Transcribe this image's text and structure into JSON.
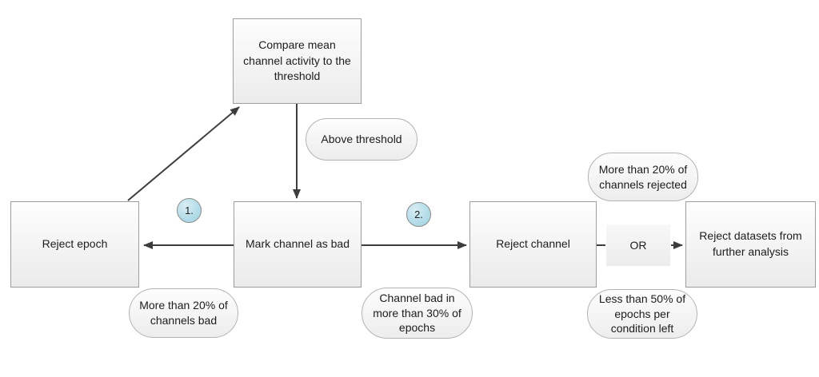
{
  "diagram": {
    "nodes": {
      "compare": "Compare mean channel activity to the threshold",
      "reject_epoch": "Reject epoch",
      "mark_channel": "Mark channel as bad",
      "reject_channel": "Reject channel",
      "or": "OR",
      "reject_datasets": "Reject datasets from further analysis"
    },
    "callouts": {
      "above_threshold": "Above threshold",
      "more_than_20_channels_bad": "More than 20% of channels bad",
      "channel_bad_in_more_than_30_of_epochs": "Channel bad in more than 30% of epochs",
      "more_than_20_channels_rejected": "More than 20% of channels rejected",
      "less_than_50_epochs_per_condition_left": "Less than 50% of epochs per condition left"
    },
    "badges": {
      "step1": "1.",
      "step2": "2."
    },
    "colors": {
      "badge_fill": "#b5dde9",
      "node_fill_top": "#fefefe",
      "node_fill_bottom": "#ebebeb",
      "node_border": "#9e9e9e",
      "callout_border": "#b3b3b3",
      "arrow": "#3d3d3d",
      "text": "#1c1c1c",
      "background": "#ffffff"
    }
  }
}
